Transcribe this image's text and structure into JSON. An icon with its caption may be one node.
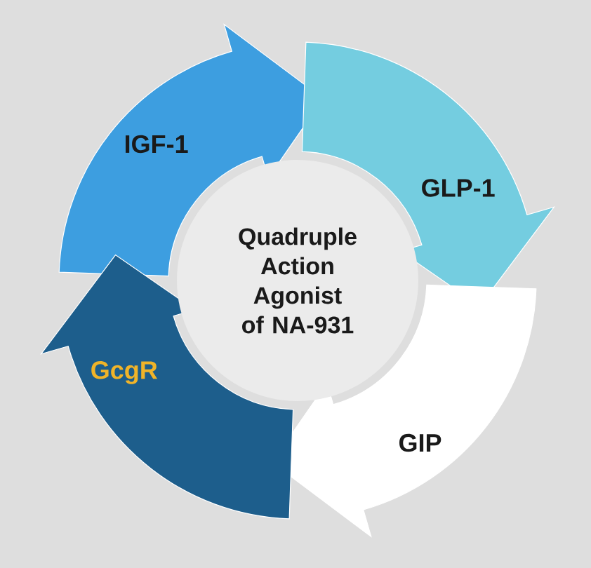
{
  "diagram": {
    "nodes": [
      {
        "text": [
          "Quadruple Action Agonist of NA-931"
        ]
      },
      {
        "text": [
          "IGF-1"
        ]
      },
      {
        "text": [
          "GLP-1"
        ]
      },
      {
        "text": [
          "GIP"
        ]
      },
      {
        "text": [
          "GcgR"
        ]
      }
    ]
  }
}
